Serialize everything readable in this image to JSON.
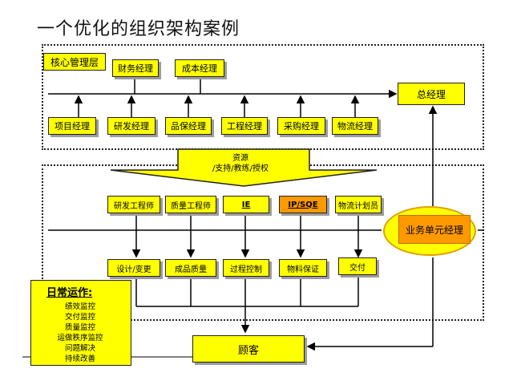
{
  "title": "一个优化的组织架构案例",
  "core": {
    "label": "核心管理层",
    "top_boxes": [
      "财务经理",
      "成本经理"
    ],
    "general_manager": "总经理",
    "managers": [
      "项目经理",
      "研发经理",
      "品保经理",
      "工程经理",
      "采购经理",
      "物流经理"
    ]
  },
  "resource": {
    "line1": "资源",
    "line2": "/支持/教练/授权"
  },
  "engineers": [
    "研发工程师",
    "质量工程师",
    "IE",
    "IP/SQE",
    "物流计划员"
  ],
  "bu_manager": "业务单元经理",
  "processes": [
    "设计/变更",
    "成品质量",
    "过程控制",
    "物料保证",
    "交付"
  ],
  "daily": {
    "title": "日常运作:",
    "items": [
      "绩效监控",
      "交付监控",
      "质量监控",
      "运做秩序监控",
      "问题解决",
      "持续改善"
    ]
  },
  "customer": "顾客",
  "colors": {
    "box": "#ffff00",
    "highlight": "#ff9900",
    "shadow": "#9c9c9c"
  }
}
